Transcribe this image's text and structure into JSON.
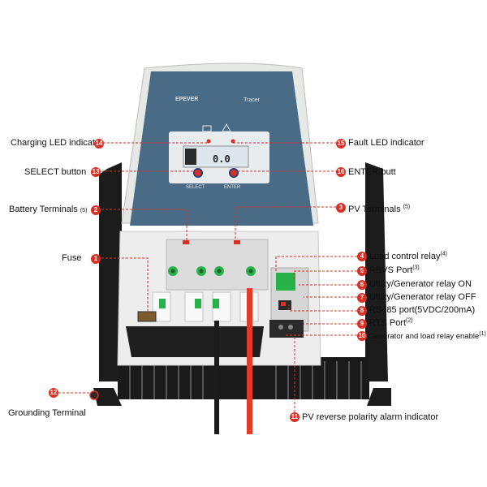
{
  "device": {
    "brand": "EPEVER",
    "model": "Tracer",
    "lcd_reading": "0.0",
    "select_label": "SELECT",
    "enter_label": "ENTER"
  },
  "callouts": [
    {
      "id": "14",
      "label": "Charging LED indicator",
      "sup": ""
    },
    {
      "id": "15",
      "label": "Fault LED indicator",
      "sup": ""
    },
    {
      "id": "13",
      "label": "SELECT button",
      "sup": ""
    },
    {
      "id": "16",
      "label": "ENTER butt",
      "sup": ""
    },
    {
      "id": "2",
      "label": "Battery Terminals",
      "sup": "(5)"
    },
    {
      "id": "3",
      "label": "PV Terminals",
      "sup": "(5)"
    },
    {
      "id": "1",
      "label": "Fuse",
      "sup": ""
    },
    {
      "id": "4",
      "label": "Load control relay",
      "sup": "(4)"
    },
    {
      "id": "5",
      "label": "RBVS Port",
      "sup": "(3)"
    },
    {
      "id": "6",
      "label": "Utility/Generator relay ON",
      "sup": ""
    },
    {
      "id": "7",
      "label": "Utility/Generator relay OFF",
      "sup": ""
    },
    {
      "id": "8",
      "label": "RS485 port(5VDC/200mA)",
      "sup": ""
    },
    {
      "id": "9",
      "label": "RTS Port",
      "sup": "(2)"
    },
    {
      "id": "10",
      "label": "Generator and load relay enable",
      "sup": "(1)"
    },
    {
      "id": "12",
      "label": "Grounding Terminal",
      "sup": ""
    },
    {
      "id": "11",
      "label": "PV reverse polarity alarm indicator",
      "sup": ""
    }
  ],
  "colors": {
    "accent": "#d93025",
    "panel": "#4a6b86",
    "body": "#e6e8e6",
    "bracket": "#1c1c1c",
    "heatsink": "#1a1a1a",
    "terminal_green": "#27b34a"
  }
}
